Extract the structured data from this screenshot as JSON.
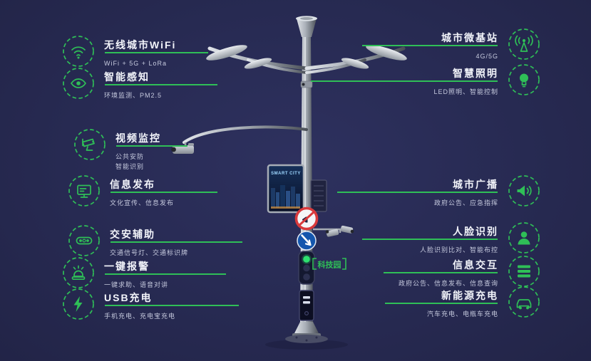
{
  "meta": {
    "background": "#272a52",
    "accent_green": "#2fbf57"
  },
  "left_items": [
    {
      "icon": "wifi-icon",
      "title": "无线城市WiFi",
      "subtitle": "WiFi + 5G + LoRa"
    },
    {
      "icon": "smart-sensing-icon",
      "title": "智能感知",
      "subtitle": "环境监测、PM2.5"
    },
    {
      "icon": "cctv-icon",
      "title": "视频监控",
      "subtitle": "公共安防\n智能识别"
    },
    {
      "icon": "info-publish-icon",
      "title": "信息发布",
      "subtitle": "文化宣传、信息发布"
    },
    {
      "icon": "traffic-signal-icon",
      "title": "交安辅助",
      "subtitle": "交通信号灯、交通标识牌"
    },
    {
      "icon": "alarm-icon",
      "title": "一键报警",
      "subtitle": "一键求助、语音对讲"
    },
    {
      "icon": "usb-icon",
      "title": "USB充电",
      "subtitle": "手机充电、充电宝充电"
    }
  ],
  "right_items": [
    {
      "icon": "base-station-icon",
      "title": "城市微基站",
      "subtitle": "4G/5G"
    },
    {
      "icon": "smart-light-icon",
      "title": "智慧照明",
      "subtitle": "LED照明、智能控制"
    },
    {
      "icon": "broadcast-icon",
      "title": "城市广播",
      "subtitle": "政府公告、应急指挥"
    },
    {
      "icon": "face-recognition-icon",
      "title": "人脸识别",
      "subtitle": "人脸识别比对、智能布控"
    },
    {
      "icon": "info-interaction-icon",
      "title": "信息交互",
      "subtitle": "政府公告、信息发布、信息查询"
    },
    {
      "icon": "ev-charging-icon",
      "title": "新能源充电",
      "subtitle": "汽车充电、电瓶车充电"
    }
  ],
  "pole": {
    "screen_title": "SMART CITY",
    "tag": "科技园"
  }
}
